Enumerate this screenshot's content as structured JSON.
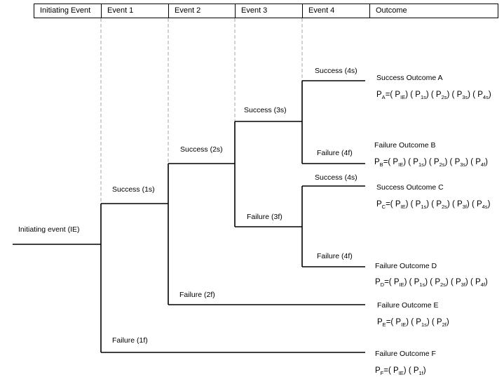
{
  "headers": [
    "Initiating Event",
    "Event 1",
    "Event 2",
    "Event 3",
    "Event 4",
    "Outcome"
  ],
  "initiating": "Initiating event (IE)",
  "branches": {
    "s1": "Success (1s)",
    "f1": "Failure (1f)",
    "s2": "Success (2s)",
    "f2": "Failure (2f)",
    "s3": "Success (3s)",
    "f3": "Failure (3f)",
    "s4a": "Success (4s)",
    "f4b": "Failure (4f)",
    "s4c": "Success (4s)",
    "f4d": "Failure (4f)"
  },
  "outcomes": [
    {
      "id": "A",
      "label": "Success Outcome A",
      "result": "A",
      "terms": [
        "IE",
        "1s",
        "2s",
        "3s",
        "4s"
      ]
    },
    {
      "id": "B",
      "label": "Failure Outcome B",
      "result": "B",
      "terms": [
        "IE",
        "1s",
        "2s",
        "3s",
        "4f"
      ]
    },
    {
      "id": "C",
      "label": "Success Outcome C",
      "result": "C",
      "terms": [
        "IE",
        "1s",
        "2s",
        "3f",
        "4s"
      ]
    },
    {
      "id": "D",
      "label": "Failure Outcome D",
      "result": "D",
      "terms": [
        "IE",
        "1s",
        "2s",
        "3f",
        "4f"
      ]
    },
    {
      "id": "E",
      "label": "Failure Outcome E",
      "result": "E",
      "terms": [
        "IE",
        "1s",
        "2f"
      ]
    },
    {
      "id": "F",
      "label": "Failure Outcome F",
      "result": "F",
      "terms": [
        "IE",
        "1f"
      ]
    }
  ],
  "formula": {
    "prefix": "P",
    "sep": "=",
    "term_prefix": "P"
  }
}
